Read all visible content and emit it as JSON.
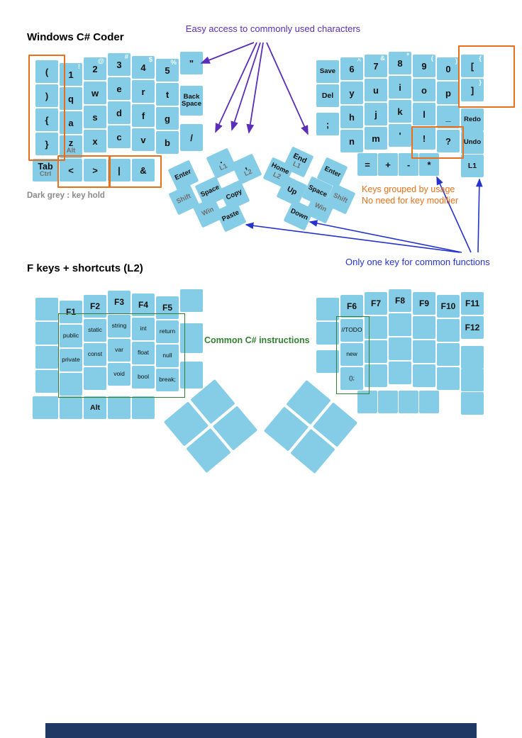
{
  "titles": {
    "main": "Windows C# Coder",
    "l2": "F keys + shortcuts (L2)"
  },
  "annotations": {
    "easy_access": "Easy access to commonly used characters",
    "key_hold_note": "Dark grey : key hold",
    "grouped_line1": "Keys grouped by usage",
    "grouped_line2": "No need for key modifier",
    "one_key": "Only one key for common functions",
    "csharp_note": "Common C# instructions"
  },
  "colors": {
    "key_fill": "#85CDE6",
    "purple": "#5B2DB8",
    "blue": "#2433CC",
    "orange": "#E8701A",
    "green": "#338033",
    "grey_note": "#8A8A8A",
    "key_hold_grey": "#6F6F6F",
    "footer_navy": "#1F3864"
  },
  "main_layer": {
    "left": {
      "rows": [
        [
          {
            "t": "("
          },
          {
            "t": "1",
            "sup": "!"
          },
          {
            "t": "2",
            "sup": "@"
          },
          {
            "t": "3",
            "sup": "#"
          },
          {
            "t": "4",
            "sup": "$"
          },
          {
            "t": "5",
            "sup": "%"
          },
          {
            "t": "\""
          }
        ],
        [
          {
            "t": ")"
          },
          {
            "t": "q"
          },
          {
            "t": "w"
          },
          {
            "t": "e"
          },
          {
            "t": "r"
          },
          {
            "t": "t"
          },
          {
            "t": "Back Space"
          }
        ],
        [
          {
            "t": "{"
          },
          {
            "t": "a"
          },
          {
            "t": "s"
          },
          {
            "t": "d"
          },
          {
            "t": "f"
          },
          {
            "t": "g"
          }
        ],
        [
          {
            "t": "}"
          },
          {
            "t": "z",
            "hold": "Alt"
          },
          {
            "t": "x"
          },
          {
            "t": "c"
          },
          {
            "t": "v"
          },
          {
            "t": "b"
          },
          {
            "t": "/"
          }
        ],
        [
          {
            "t": "Tab",
            "hold": "Ctrl"
          },
          {
            "t": "<"
          },
          {
            "t": ">"
          },
          {
            "t": "|"
          },
          {
            "t": "&"
          }
        ]
      ],
      "thumb": [
        {
          "t": "Enter"
        },
        {
          "t": ".",
          "hold": "L1"
        },
        {
          "t": ",",
          "hold": "L2"
        },
        {
          "hold": "Shift"
        },
        {
          "t": "Space"
        },
        {
          "t": "Copy"
        },
        {
          "hold": "Win"
        },
        {
          "t": "Paste"
        }
      ]
    },
    "right": {
      "rows": [
        [
          {
            "t": "Save"
          },
          {
            "t": "6",
            "sup": "^"
          },
          {
            "t": "7",
            "sup": "&"
          },
          {
            "t": "8",
            "sup": "*"
          },
          {
            "t": "9",
            "sup": "("
          },
          {
            "t": "0",
            "sup": ")"
          },
          {
            "t": "[",
            "sup": "{"
          }
        ],
        [
          {
            "t": "Del"
          },
          {
            "t": "y"
          },
          {
            "t": "u"
          },
          {
            "t": "i"
          },
          {
            "t": "o"
          },
          {
            "t": "p"
          },
          {
            "t": "]",
            "sup": "}"
          }
        ],
        [
          {
            "t": ";"
          },
          {
            "t": "h"
          },
          {
            "t": "j"
          },
          {
            "t": "k"
          },
          {
            "t": "l"
          },
          {
            "t": "_"
          },
          {
            "t": "Redo"
          }
        ],
        [
          null,
          {
            "t": "n"
          },
          {
            "t": "m"
          },
          {
            "t": "'"
          },
          {
            "t": "!"
          },
          {
            "t": "?"
          },
          {
            "t": "Undo"
          }
        ],
        [
          null,
          null,
          {
            "t": "="
          },
          {
            "t": "+"
          },
          {
            "t": "-"
          },
          {
            "t": "*"
          },
          {
            "t": "L1"
          }
        ]
      ],
      "thumb": [
        {
          "t": "Home",
          "hold": "L2"
        },
        {
          "t": "End",
          "hold": "L1"
        },
        {
          "t": "Enter"
        },
        {
          "t": "Up"
        },
        {
          "t": "Space"
        },
        {
          "hold": "Shift"
        },
        {
          "t": "Down"
        },
        {
          "hold": "Win"
        }
      ]
    }
  },
  "l2_layer": {
    "left": {
      "rows": [
        [
          {},
          {
            "t": "F1",
            "fk": true
          },
          {
            "t": "F2",
            "fk": true
          },
          {
            "t": "F3",
            "fk": true
          },
          {
            "t": "F4",
            "fk": true
          },
          {
            "t": "F5",
            "fk": true
          },
          {}
        ],
        [
          {},
          {
            "t": "public",
            "code": true
          },
          {
            "t": "static",
            "code": true
          },
          {
            "t": "string",
            "code": true
          },
          {
            "t": "int",
            "code": true
          },
          {
            "t": "return",
            "code": true
          },
          {}
        ],
        [
          {},
          {
            "t": "private",
            "code": true
          },
          {
            "t": "const",
            "code": true
          },
          {
            "t": "var",
            "code": true
          },
          {
            "t": "float",
            "code": true
          },
          {
            "t": "null",
            "code": true
          }
        ],
        [
          {},
          {},
          {},
          {
            "t": "void",
            "code": true
          },
          {
            "t": "bool",
            "code": true
          },
          {
            "t": "break;",
            "code": true
          },
          {}
        ],
        [
          {},
          {},
          {
            "t": "Alt"
          },
          {},
          {}
        ]
      ]
    },
    "right": {
      "rows": [
        [
          {},
          {
            "t": "F6",
            "fk": true
          },
          {
            "t": "F7",
            "fk": true
          },
          {
            "t": "F8",
            "fk": true
          },
          {
            "t": "F9",
            "fk": true
          },
          {
            "t": "F10",
            "fk": true
          },
          {
            "t": "F11",
            "fk": true
          }
        ],
        [
          {},
          {
            "t": "//TODO",
            "code": true
          },
          {},
          {},
          {},
          {},
          {
            "t": "F12",
            "fk": true
          }
        ],
        [
          {},
          {
            "t": "new",
            "code": true
          },
          {},
          {},
          {},
          {},
          {}
        ],
        [
          null,
          {
            "t": "();",
            "code": true
          },
          {},
          {},
          {},
          {},
          {}
        ],
        [
          null,
          null,
          {},
          {},
          {},
          {},
          {}
        ]
      ]
    }
  }
}
